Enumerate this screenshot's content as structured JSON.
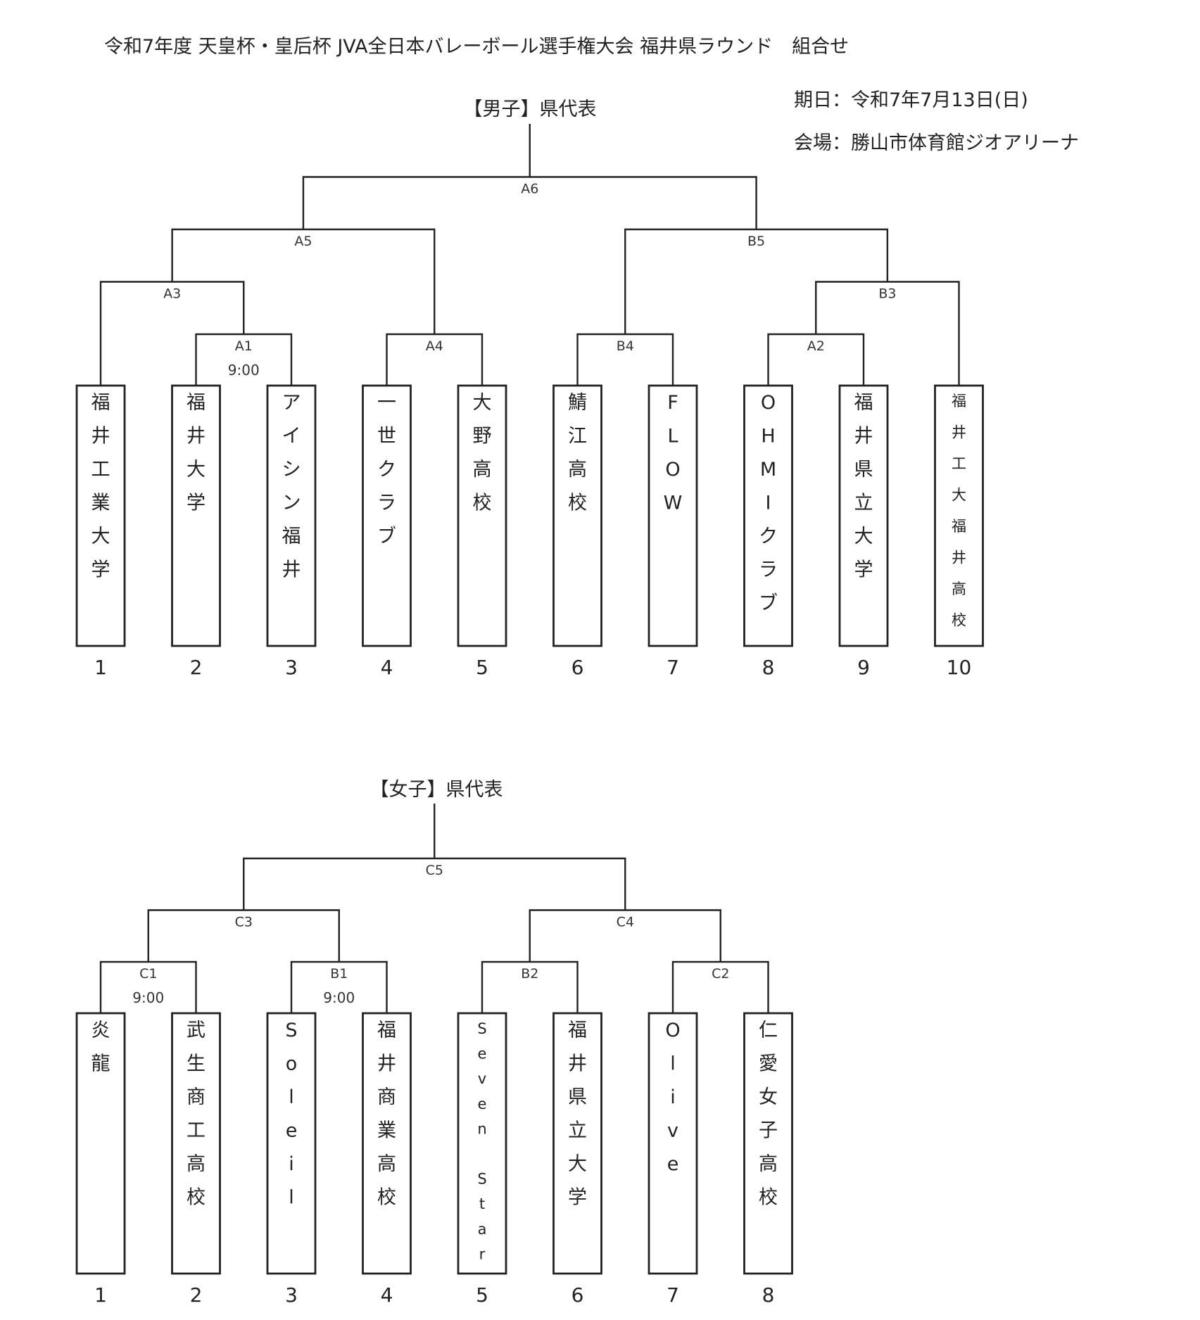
{
  "header": {
    "title": "令和7年度 天皇杯・皇后杯 JVA全日本バレーボール選手権大会 福井県ラウンド　組合せ",
    "date": "期日：令和7年7月13日(日)",
    "venue": "会場：勝山市体育館ジオアリーナ"
  },
  "men": {
    "title": "【男子】県代表",
    "teams": [
      {
        "seed": "1",
        "name": "福井工業大学"
      },
      {
        "seed": "2",
        "name": "福井大学"
      },
      {
        "seed": "3",
        "name": "アイシン福井"
      },
      {
        "seed": "4",
        "name": "一世クラブ"
      },
      {
        "seed": "5",
        "name": "大野高校"
      },
      {
        "seed": "6",
        "name": "鯖江高校"
      },
      {
        "seed": "7",
        "name": "FLOW"
      },
      {
        "seed": "8",
        "name": "OHMIクラブ"
      },
      {
        "seed": "9",
        "name": "福井県立大学"
      },
      {
        "seed": "10",
        "name": "福井工大福井高校"
      }
    ],
    "matches": [
      {
        "label": "A1",
        "time": "9:00",
        "left": "team:1",
        "right": "team:2"
      },
      {
        "label": "A2",
        "time": "",
        "left": "team:7",
        "right": "team:8"
      },
      {
        "label": "A3",
        "time": "",
        "left": "team:0",
        "right": "match:0"
      },
      {
        "label": "A4",
        "time": "",
        "left": "team:3",
        "right": "team:4"
      },
      {
        "label": "B4",
        "time": "",
        "left": "team:5",
        "right": "team:6"
      },
      {
        "label": "B3",
        "time": "",
        "left": "match:1",
        "right": "team:9"
      },
      {
        "label": "A5",
        "time": "",
        "left": "match:2",
        "right": "match:3"
      },
      {
        "label": "B5",
        "time": "",
        "left": "match:4",
        "right": "match:5"
      },
      {
        "label": "A6",
        "time": "",
        "left": "match:6",
        "right": "match:7"
      }
    ]
  },
  "women": {
    "title": "【女子】県代表",
    "teams": [
      {
        "seed": "1",
        "name": "炎龍"
      },
      {
        "seed": "2",
        "name": "武生商工高校"
      },
      {
        "seed": "3",
        "name": "Soleil"
      },
      {
        "seed": "4",
        "name": "福井商業高校"
      },
      {
        "seed": "5",
        "name": "Seven Star"
      },
      {
        "seed": "6",
        "name": "福井県立大学"
      },
      {
        "seed": "7",
        "name": "Olive"
      },
      {
        "seed": "8",
        "name": "仁愛女子高校"
      }
    ],
    "matches": [
      {
        "label": "C1",
        "time": "9:00",
        "left": "team:0",
        "right": "team:1"
      },
      {
        "label": "B1",
        "time": "9:00",
        "left": "team:2",
        "right": "team:3"
      },
      {
        "label": "B2",
        "time": "",
        "left": "team:4",
        "right": "team:5"
      },
      {
        "label": "C2",
        "time": "",
        "left": "team:6",
        "right": "team:7"
      },
      {
        "label": "C3",
        "time": "",
        "left": "match:0",
        "right": "match:1"
      },
      {
        "label": "C4",
        "time": "",
        "left": "match:2",
        "right": "match:3"
      },
      {
        "label": "C5",
        "time": "",
        "left": "match:4",
        "right": "match:5"
      }
    ]
  }
}
